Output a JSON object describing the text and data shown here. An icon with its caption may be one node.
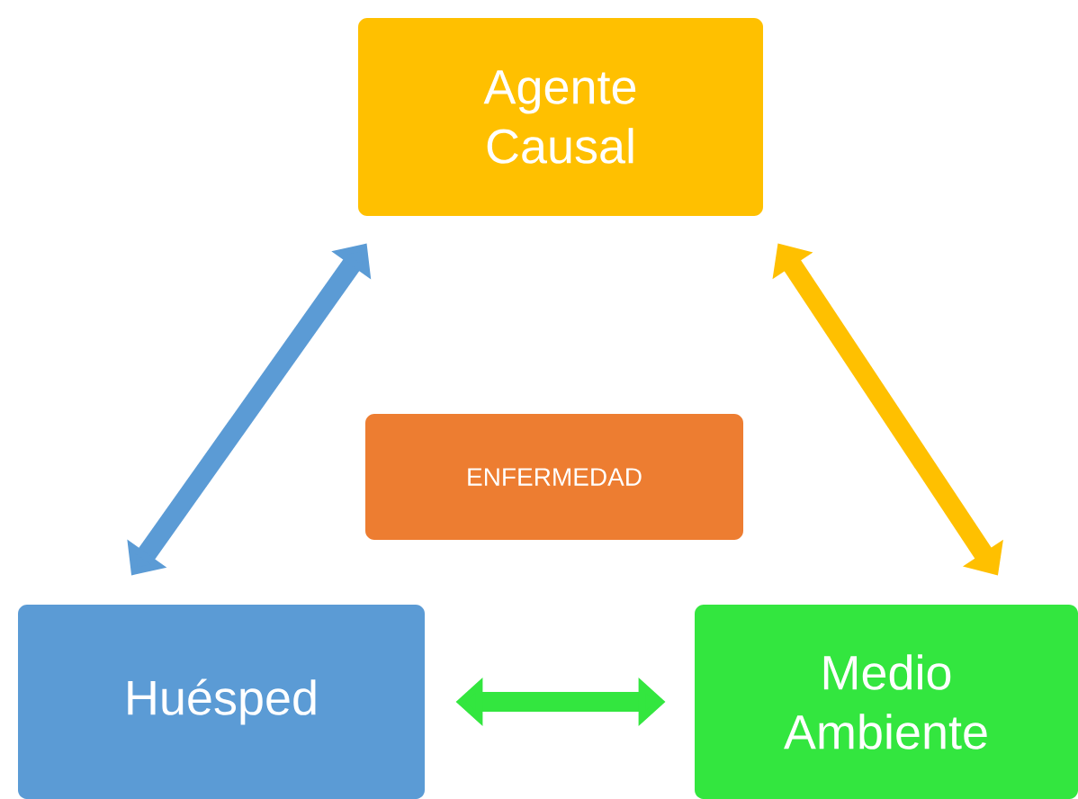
{
  "diagram": {
    "nodes": [
      {
        "text": [
          "Agente Causal"
        ]
      },
      {
        "text": [
          "ENFERMEDAD"
        ]
      },
      {
        "text": [
          "Huésped"
        ]
      },
      {
        "text": [
          "Medio Ambiente"
        ]
      }
    ],
    "edges": [
      {
        "from": 2,
        "to": 0,
        "arrow": "both",
        "color": "#5b9bd5"
      },
      {
        "from": 0,
        "to": 3,
        "arrow": "both",
        "color": "#ffc000"
      },
      {
        "from": 2,
        "to": 3,
        "arrow": "both",
        "color": "#33e63f"
      }
    ]
  }
}
